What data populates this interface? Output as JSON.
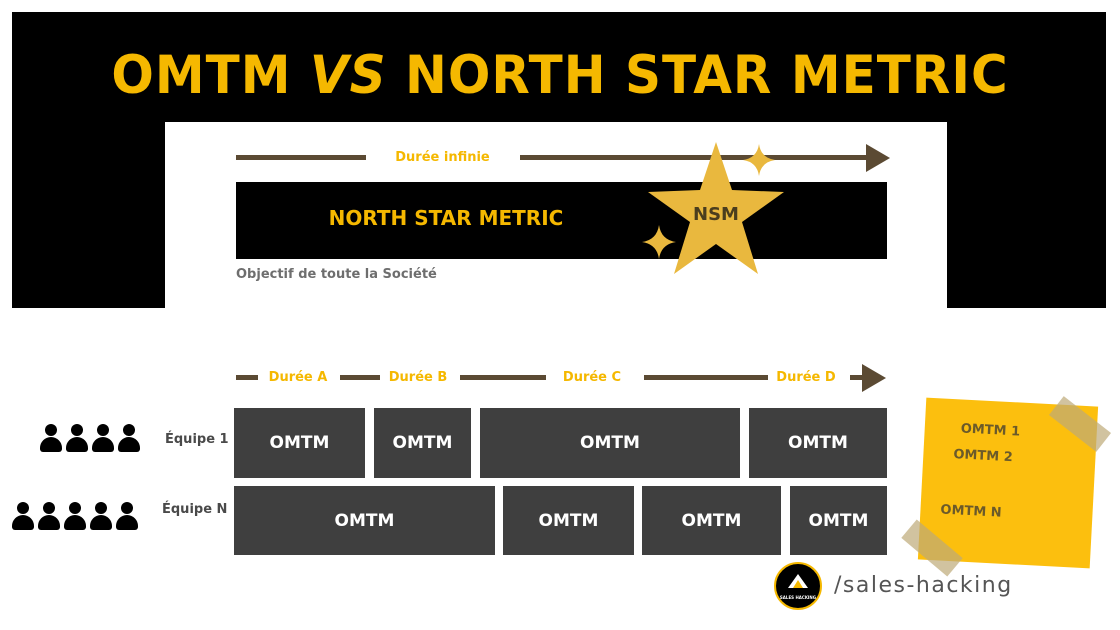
{
  "title": {
    "part1": "OMTM",
    "vs": "VS",
    "part2": "NORTH STAR METRIC"
  },
  "top": {
    "duration_label": "Durée infinie",
    "bar_label": "NORTH STAR METRIC",
    "star_label": "NSM",
    "caption": "Objectif de toute la Société"
  },
  "bottom": {
    "durations": [
      "Durée A",
      "Durée B",
      "Durée C",
      "Durée D"
    ],
    "teams": [
      {
        "label": "Équipe 1",
        "people_count": 4,
        "blocks": [
          "OMTM",
          "OMTM",
          "OMTM",
          "OMTM"
        ]
      },
      {
        "label": "Équipe N",
        "people_count": 5,
        "blocks": [
          "OMTM",
          "OMTM",
          "OMTM",
          "OMTM"
        ]
      }
    ]
  },
  "note": {
    "items": [
      "OMTM 1",
      "OMTM 2",
      "OMTM N"
    ]
  },
  "logo": {
    "text": "SALES HACKING"
  },
  "brand": "/sales-hacking",
  "colors": {
    "accent": "#f5b800",
    "dark_block": "#3f3f3f",
    "line": "#5b4a33",
    "note": "#fcbf0e"
  }
}
